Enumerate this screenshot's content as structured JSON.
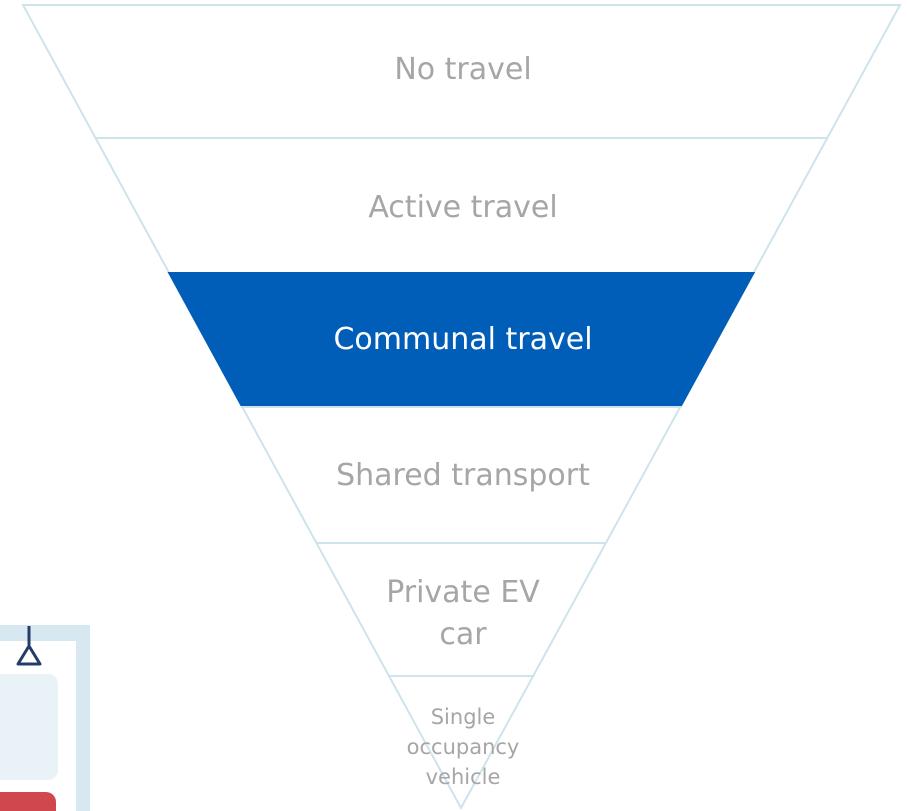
{
  "diagram": {
    "levels": [
      {
        "label": "No travel",
        "highlighted": false
      },
      {
        "label": "Active travel",
        "highlighted": false
      },
      {
        "label": "Communal travel",
        "highlighted": true
      },
      {
        "label": "Shared transport",
        "highlighted": false
      },
      {
        "label": "Private EV\ncar",
        "highlighted": false
      },
      {
        "label": "Single\noccupancy\nvehicle",
        "highlighted": false
      }
    ]
  },
  "colors": {
    "outline": "#cfe3ec",
    "highlight_fill": "#005eb8",
    "label_text": "#a6a6a6",
    "highlight_text": "#ffffff",
    "side_panel": "#d8e8f0",
    "side_inner": "#e8f2f7",
    "side_icon": "#233c6a",
    "side_red": "#d0474e"
  },
  "side_illustration": {
    "icon": "hanging-strap-icon"
  }
}
